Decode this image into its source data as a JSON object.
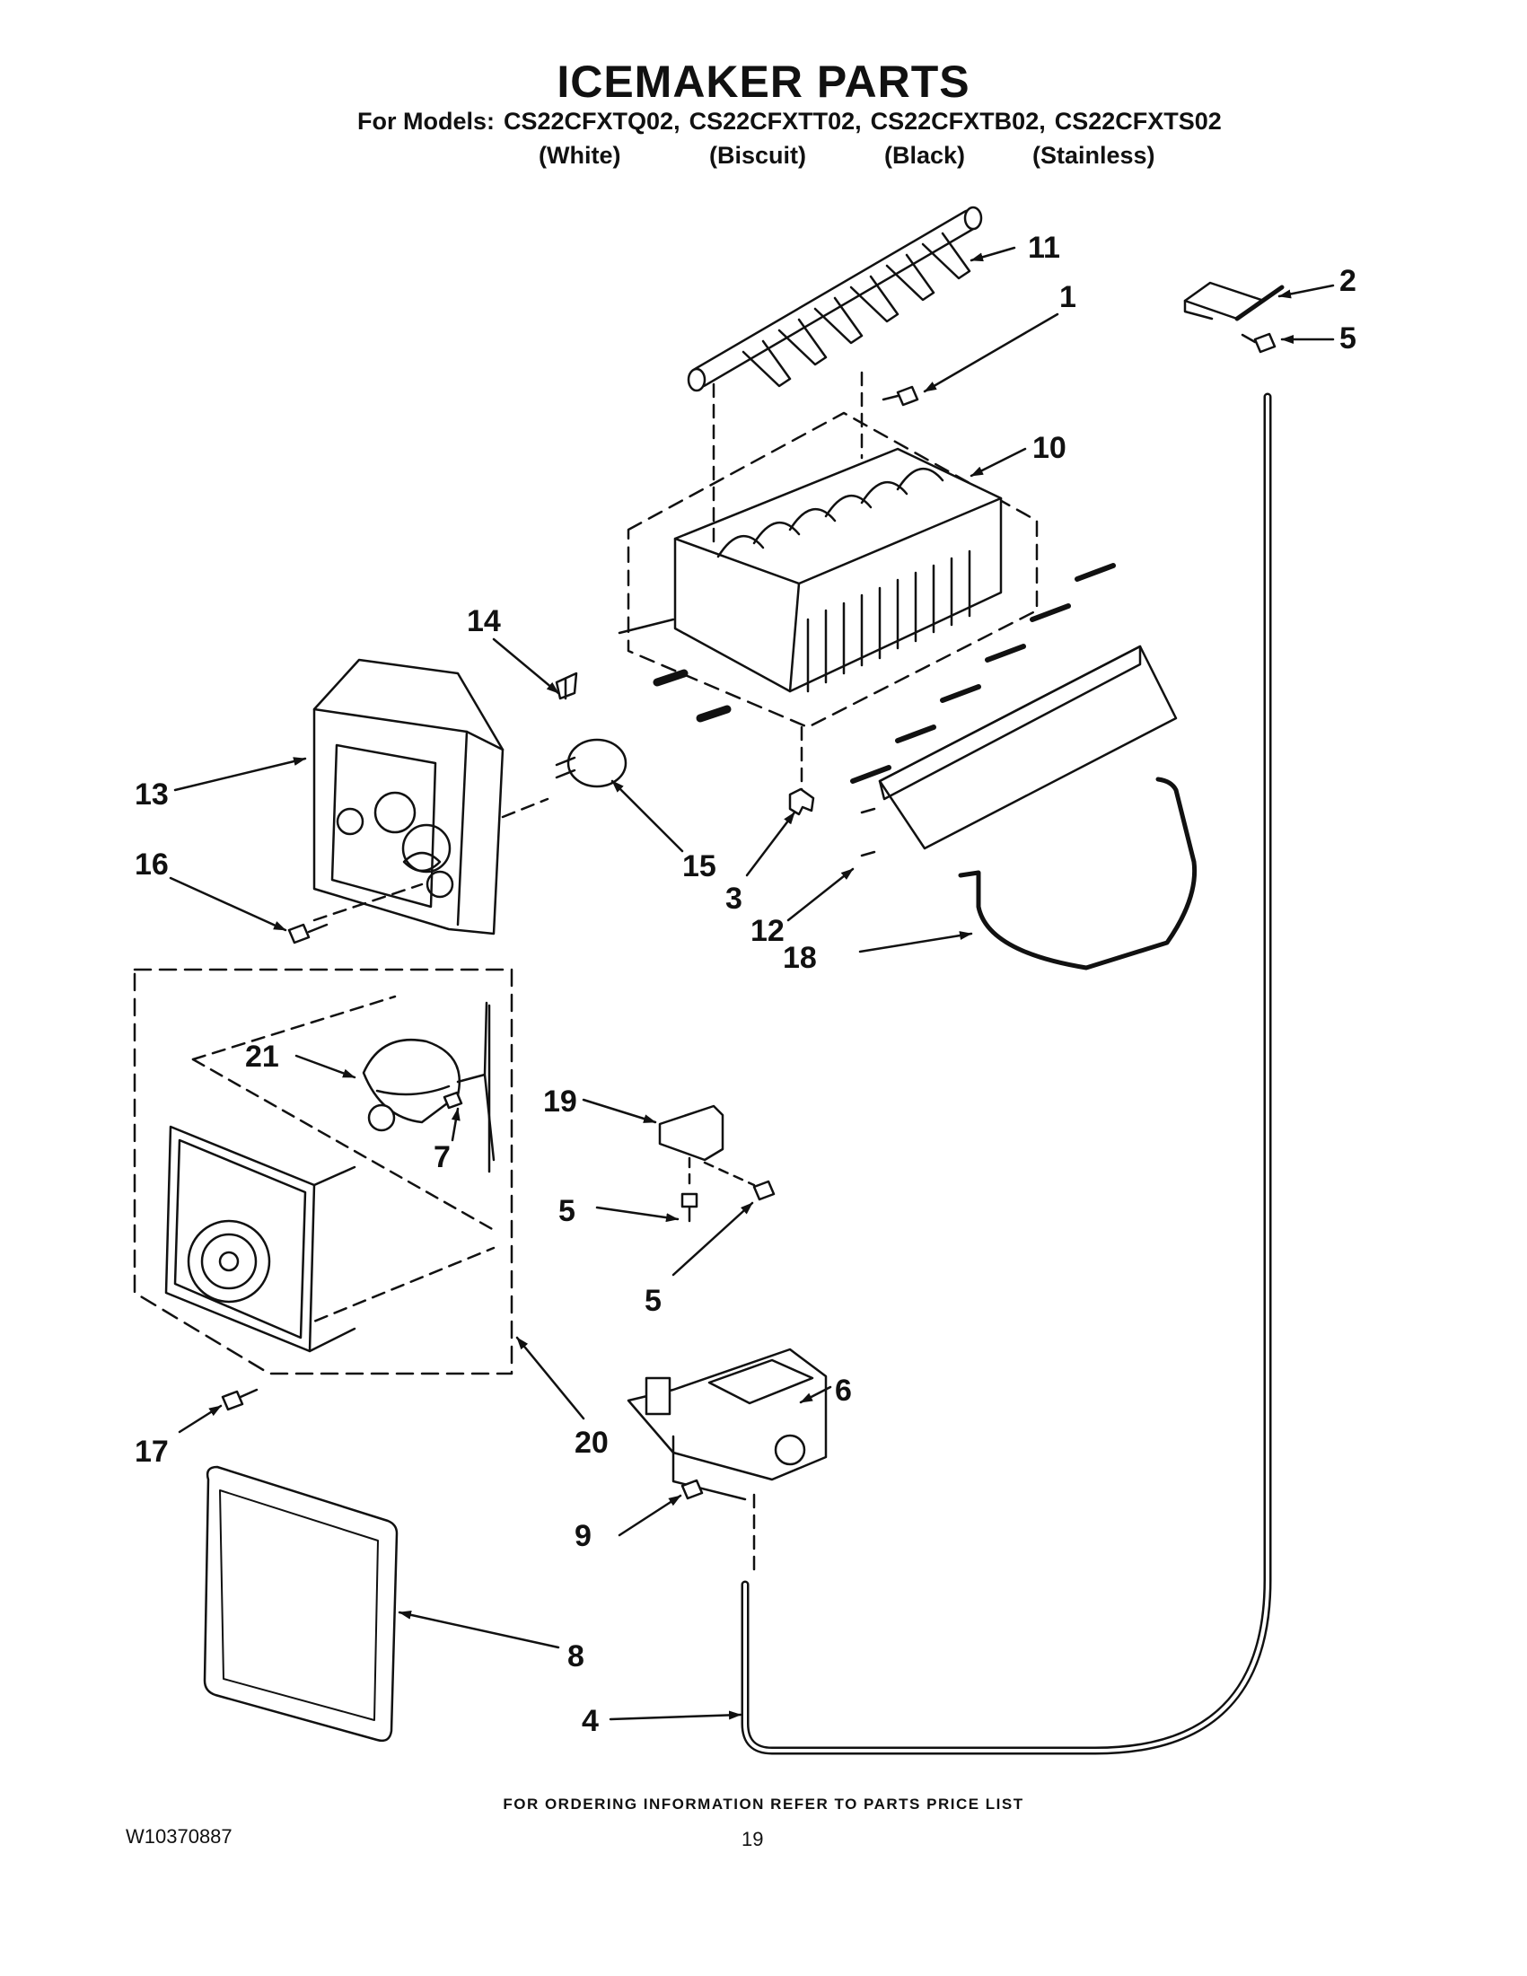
{
  "header": {
    "title": "ICEMAKER PARTS",
    "models_prefix": "For Models:",
    "models": [
      "CS22CFXTQ02,",
      "CS22CFXTT02,",
      "CS22CFXTB02,",
      "CS22CFXTS02"
    ],
    "variants": [
      "(White)",
      "(Biscuit)",
      "(Black)",
      "(Stainless)"
    ]
  },
  "callouts": {
    "c1": "1",
    "c2": "2",
    "c3": "3",
    "c4": "4",
    "c5a": "5",
    "c5b": "5",
    "c5c": "5",
    "c6": "6",
    "c7": "7",
    "c8": "8",
    "c9": "9",
    "c10": "10",
    "c11": "11",
    "c12": "12",
    "c13": "13",
    "c14": "14",
    "c15": "15",
    "c16": "16",
    "c17": "17",
    "c18": "18",
    "c19": "19",
    "c20": "20",
    "c21": "21"
  },
  "footer": {
    "ordering_note": "FOR ORDERING INFORMATION REFER TO PARTS PRICE LIST",
    "document_number": "W10370887",
    "page_number": "19"
  }
}
